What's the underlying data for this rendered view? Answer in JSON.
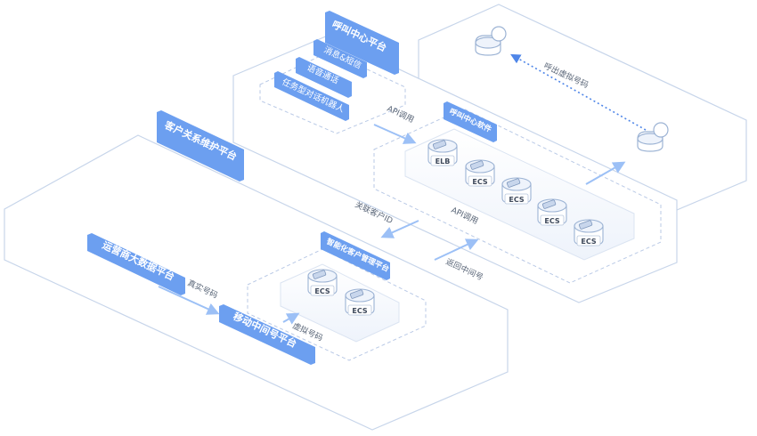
{
  "platforms": {
    "call_center": "呼叫中心平台",
    "crm": "客户关系维护平台"
  },
  "call_center_items": [
    "消息&短信",
    "语音通话",
    "任务型对话机器人"
  ],
  "call_center_software": "呼叫中心软件",
  "smart_crm": "智能化客户管理平台",
  "crm_items": {
    "operator": "运营商大数据平台",
    "mobile": "移动中间号平台"
  },
  "servers": {
    "elb": "ELB",
    "ecs": "ECS"
  },
  "arrows": {
    "api_call_1": "API调用",
    "api_call_2": "API调用",
    "outbound_virtual": "呼出虚拟号码",
    "associate_customer": "关联客户ID",
    "return_middle": "返回中间号",
    "real_number": "真实号码",
    "virtual_number": "虚拟号码"
  },
  "colors": {
    "accent": "#6c9ff0",
    "accent_light": "#9cc0f6",
    "line": "#c7d5ea",
    "dash": "#b9c9e6",
    "label": "#5a6678"
  }
}
